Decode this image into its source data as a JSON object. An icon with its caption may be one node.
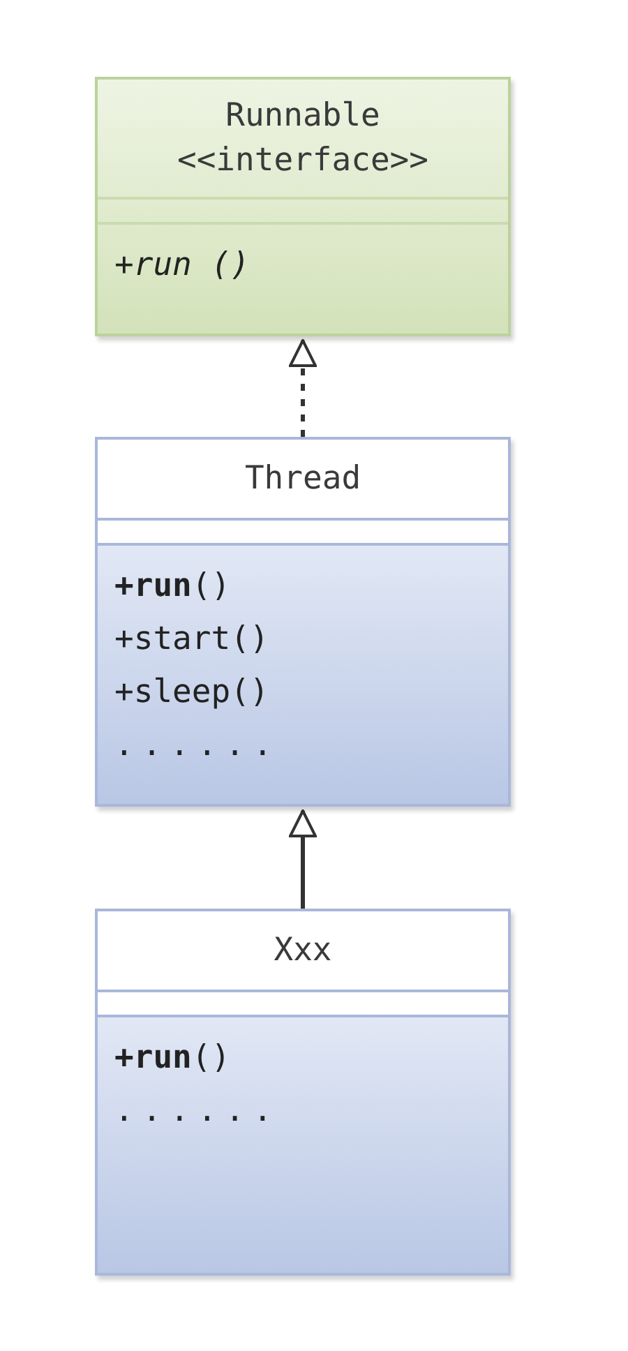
{
  "diagram": {
    "nodes": [
      {
        "text": [
          "Runnable",
          "<<interface>>",
          "+run ()"
        ]
      },
      {
        "text": [
          "Thread",
          "**+run**()",
          "+start()",
          "+sleep()",
          "......"
        ]
      },
      {
        "text": [
          "Xxx",
          "**+run**()",
          "......"
        ]
      }
    ],
    "edges": [
      {
        "from": 1,
        "to": 0,
        "arrow": "to",
        "style": "dashed"
      },
      {
        "from": 2,
        "to": 1,
        "arrow": "to"
      }
    ]
  }
}
